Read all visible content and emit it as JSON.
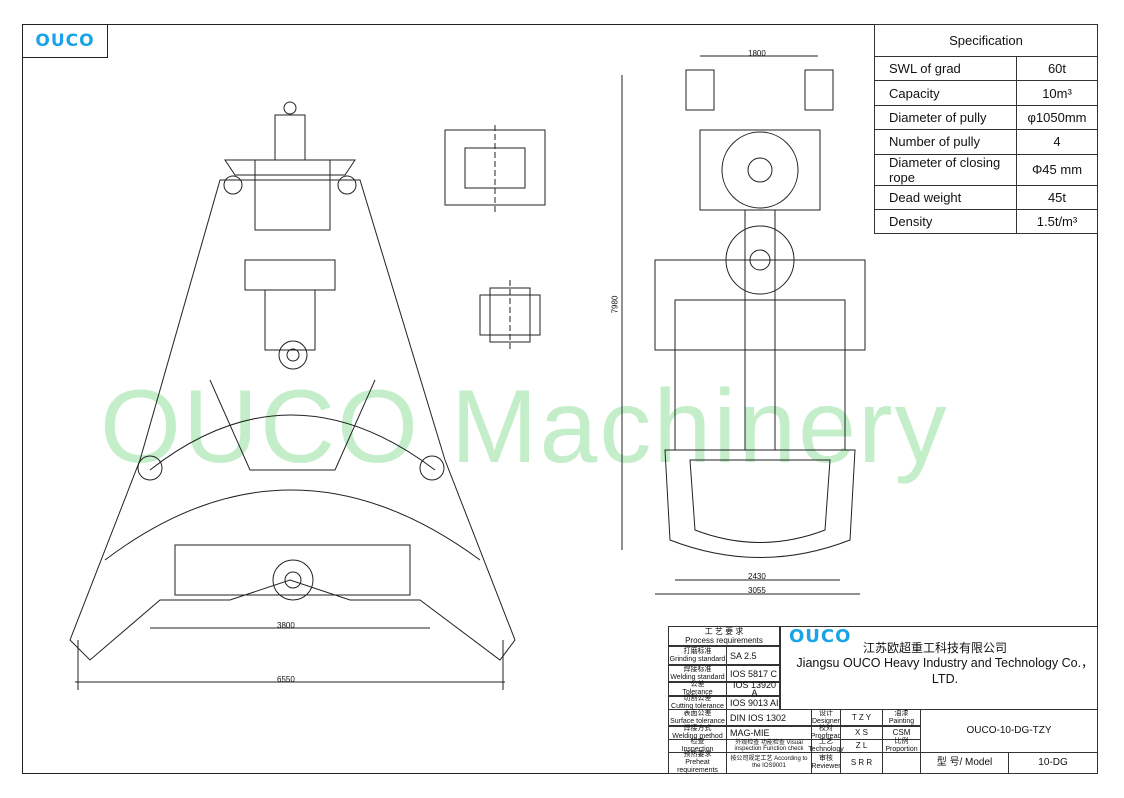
{
  "logo": "OUCO",
  "watermark": "OUCO Machinery",
  "dimensions": {
    "open_width": "6550",
    "jaw_span": "3800",
    "top_width": "1800",
    "height": "7980",
    "bottom_inner": "2430",
    "bottom_outer": "3055"
  },
  "spec": {
    "title": "Specification",
    "rows": [
      {
        "label": "SWL of grad",
        "value": "60t"
      },
      {
        "label": "Capacity",
        "value": "10m³"
      },
      {
        "label": "Diameter of pully",
        "value": "φ1050mm"
      },
      {
        "label": "Number of pully",
        "value": "4"
      },
      {
        "label": "Diameter of closing rope",
        "value": "Φ45 mm"
      },
      {
        "label": "Dead weight",
        "value": "45t"
      },
      {
        "label": "Density",
        "value": "1.5t/m³"
      }
    ]
  },
  "title_block": {
    "process_cn": "工 艺 要 求",
    "process_en": "Process requirements",
    "req": [
      {
        "cn": "打磨标准",
        "en": "Grinding standard",
        "value": "SA 2.5"
      },
      {
        "cn": "焊接标准",
        "en": "Welding standard",
        "value": "IOS 5817 C"
      },
      {
        "cn": "公差",
        "en": "Tolerance",
        "value": "IOS 13920 A"
      },
      {
        "cn": "切割公差",
        "en": "Cutting tolerance",
        "value": "IOS 9013 AI"
      },
      {
        "cn": "表面公差",
        "en": "Surface tolerance",
        "value": "DIN IOS 1302"
      },
      {
        "cn": "焊接方式",
        "en": "Welding method",
        "value": "MAG-MIE"
      },
      {
        "cn": "检查",
        "en": "Inspection",
        "value": "外观检查 功能检查 Visual inspection Function check"
      },
      {
        "cn": "预热要求",
        "en": "Preheat requirements",
        "value": "按公司规定工艺 According to the IOS9001"
      }
    ],
    "roles": [
      {
        "cn": "设计",
        "en": "Designer",
        "value": "T Z Y"
      },
      {
        "cn": "校对",
        "en": "Proofread",
        "value": "X S"
      },
      {
        "cn": "工艺",
        "en": "Technology",
        "value": "Z L"
      },
      {
        "cn": "审核",
        "en": "Reviewer",
        "value": "S R R"
      }
    ],
    "painting_cn": "油漆",
    "painting_en": "Painting",
    "painting_value": "CSM",
    "proportion_cn": "比例",
    "proportion_en": "Proportion",
    "company_logo": "OUCO",
    "company_cn": "江苏欧超重工科技有限公司",
    "company_en": "Jiangsu OUCO Heavy Industry and Technology Co.， LTD.",
    "drawing_no": "OUCO-10-DG-TZY",
    "model_label": "型 号/ Model",
    "model_value": "10-DG"
  }
}
